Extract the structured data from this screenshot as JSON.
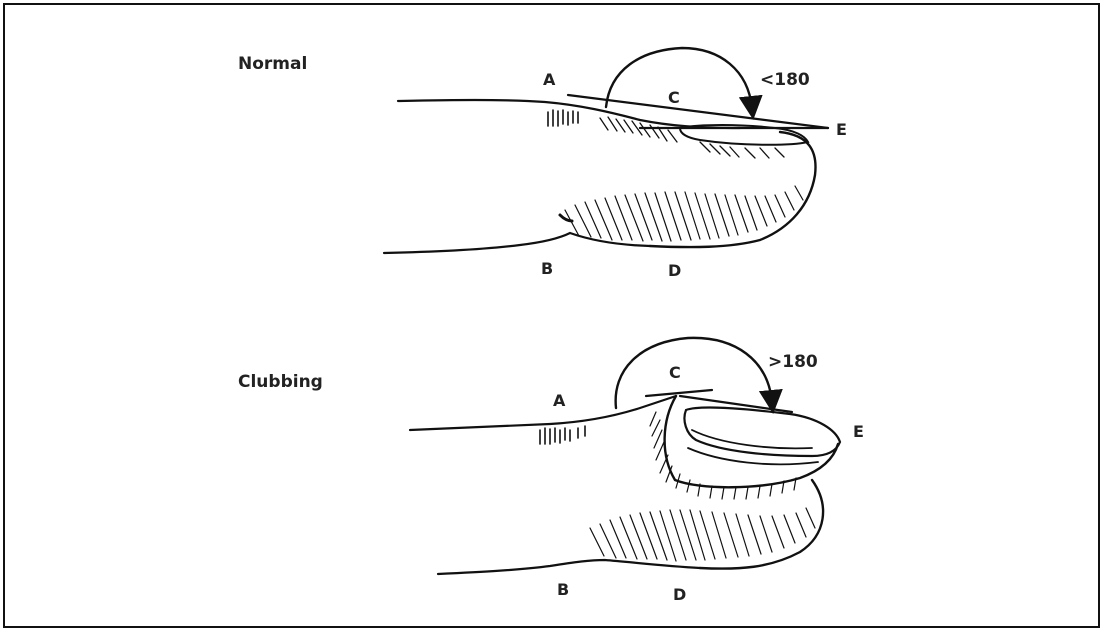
{
  "figure": {
    "normal": {
      "title": "Normal",
      "angle_label": "<180",
      "labels": {
        "a": "A",
        "b": "B",
        "c": "C",
        "d": "D",
        "e": "E"
      }
    },
    "clubbing": {
      "title": "Clubbing",
      "angle_label": ">180",
      "labels": {
        "a": "A",
        "b": "B",
        "c": "C",
        "d": "D",
        "e": "E"
      }
    }
  },
  "colors": {
    "ink": "#111111",
    "border": "#111111",
    "background": "#ffffff"
  }
}
